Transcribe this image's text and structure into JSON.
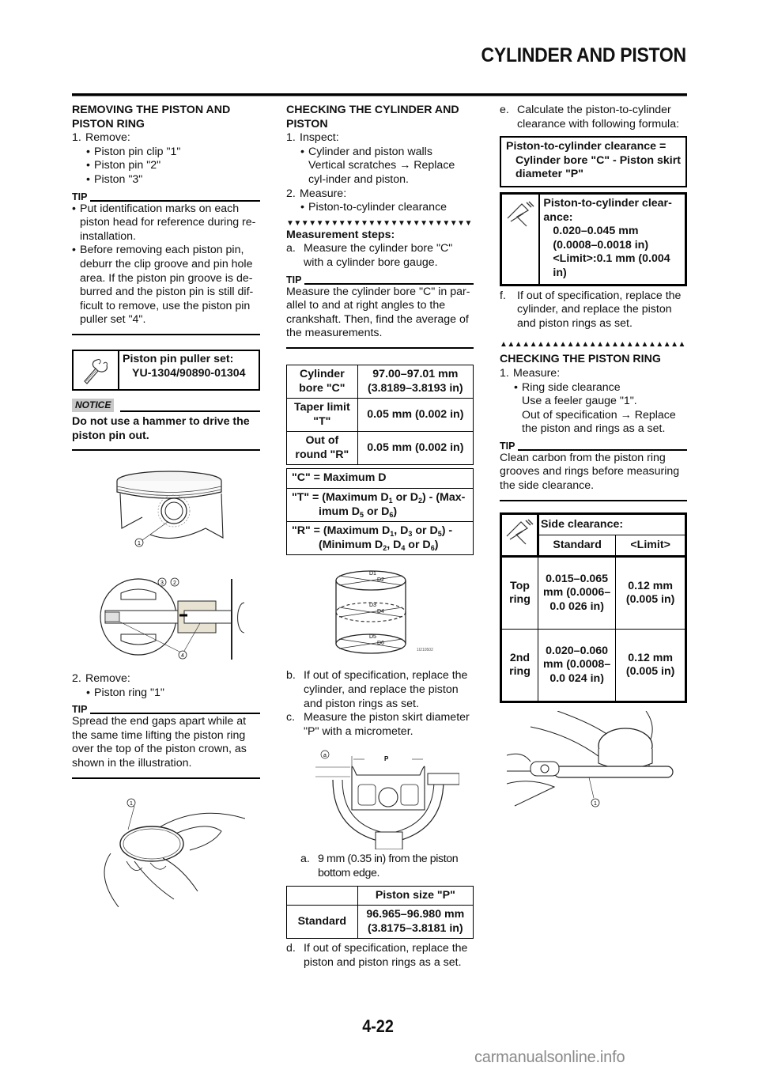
{
  "header": {
    "title": "CYLINDER AND PISTON"
  },
  "col1": {
    "heading_line1": "REMOVING THE PISTON AND",
    "heading_line2": "PISTON RING",
    "step1": {
      "num": "1.",
      "label": "Remove:",
      "items": [
        "Piston pin clip \"1\"",
        "Piston pin \"2\"",
        "Piston \"3\""
      ]
    },
    "tip1": {
      "label": "TIP",
      "bullets": [
        "Put identification marks on each piston head for reference during re-installation.",
        "Before removing each piston pin, deburr the clip groove and pin hole area. If the piston pin groove is de-burred and the piston pin is still dif-ficult to remove, use the piston pin puller set \"4\"."
      ]
    },
    "tool": {
      "name": "Piston pin puller set:",
      "part_no": "YU-1304/90890-01304"
    },
    "notice": {
      "label": "NOTICE",
      "text": "Do not use a hammer to drive the piston pin out."
    },
    "fig1": {
      "callouts": [
        "1"
      ]
    },
    "fig2": {
      "callouts": [
        "3",
        "2",
        "4"
      ]
    },
    "step2": {
      "num": "2.",
      "label": "Remove:",
      "items": [
        "Piston ring \"1\""
      ]
    },
    "tip2": {
      "label": "TIP",
      "text": "Spread the end gaps apart while at the same time lifting the piston ring over the top of the piston crown, as shown in the illustration."
    },
    "fig3": {
      "callouts": [
        "1"
      ]
    }
  },
  "col2": {
    "heading_line1": "CHECKING THE CYLINDER AND",
    "heading_line2": "PISTON",
    "step1": {
      "num": "1.",
      "label": "Inspect:",
      "item": "Cylinder and piston walls",
      "detail": "Vertical scratches → Replace cyl-inder and piston."
    },
    "step2": {
      "num": "2.",
      "label": "Measure:",
      "item": "Piston-to-cylinder clearance"
    },
    "triangles_down": "▼▼▼▼▼▼▼▼▼▼▼▼▼▼▼▼▼▼▼▼▼▼▼▼▼▼▼▼",
    "steps_heading": "Measurement steps:",
    "step_a": {
      "num": "a.",
      "text": "Measure the cylinder bore \"C\" with a cylinder bore gauge."
    },
    "tip": {
      "label": "TIP",
      "text": "Measure the cylinder bore \"C\" in par-allel to and at right angles to the crankshaft. Then, find the average of the measurements."
    },
    "spec_table": [
      {
        "label": "Cylinder bore \"C\"",
        "value": "97.00–97.01 mm (3.8189–3.8193 in)"
      },
      {
        "label": "Taper limit \"T\"",
        "value": "0.05 mm (0.002 in)"
      },
      {
        "label": "Out of round \"R\"",
        "value": "0.05 mm (0.002 in)"
      }
    ],
    "formulas": {
      "c": "\"C\" = Maximum D",
      "t_prefix": "\"T\" = (Maximum D",
      "r_prefix": "\"R\" = (Maximum D"
    },
    "fig_cyl": {
      "labels": [
        "D1",
        "D2",
        "D3",
        "D4",
        "D5",
        "D6"
      ],
      "code": "1I210502"
    },
    "step_b": {
      "num": "b.",
      "text": "If out of specification, replace the cylinder, and replace the piston and piston rings as set."
    },
    "step_c": {
      "num": "c.",
      "text": " Measure the piston skirt diameter \"P\" with a micrometer."
    },
    "fig_mic": {
      "label_p": "P",
      "label_a": "a"
    },
    "caption_a": {
      "num": "a.",
      "text": "9 mm (0.35 in) from the piston bottom edge."
    },
    "piston_table": {
      "header": "Piston size \"P\"",
      "row_label": "Standard",
      "row_value_mm": "96.965–96.980 mm",
      "row_value_in": "(3.8175–3.8181 in)"
    },
    "step_d": {
      "num": "d.",
      "text": "If out of specification, replace the piston and piston rings as a set."
    }
  },
  "col3": {
    "step_e": {
      "num": "e.",
      "text": "Calculate the piston-to-cylinder clearance with following formula:"
    },
    "formula_line1": "Piston-to-cylinder clearance =",
    "formula_line2": "Cylinder bore \"C\" - Piston skirt diameter \"P\"",
    "clearance": {
      "title": "Piston-to-cylinder clear-ance:",
      "std_mm": "0.020–0.045 mm",
      "std_in": "(0.0008–0.0018 in)",
      "limit": "<Limit>:0.1 mm (0.004 in)"
    },
    "step_f": {
      "num": "f.",
      "text": "If out of specification, replace the cylinder, and replace the piston and piston rings as set."
    },
    "triangles_up": "▲▲▲▲▲▲▲▲▲▲▲▲▲▲▲▲▲▲▲▲▲▲▲▲▲▲▲▲",
    "heading": "CHECKING THE PISTON RING",
    "step1": {
      "num": "1.",
      "label": "Measure:",
      "item": "Ring side clearance",
      "detail1": "Use a feeler gauge \"1\".",
      "detail2": "Out of specification → Replace the piston and rings as a set."
    },
    "tip": {
      "label": "TIP",
      "text": "Clean carbon from the piston ring grooves and rings before measuring the side clearance."
    },
    "side_table": {
      "title": "Side clearance:",
      "col_standard": "Standard",
      "col_limit": "<Limit>",
      "rows": [
        {
          "label": "Top ring",
          "standard": "0.015–0.065 mm (0.0006–0.0 026 in)",
          "limit": "0.12 mm (0.005 in)"
        },
        {
          "label": "2nd ring",
          "standard": "0.020–0.060 mm (0.0008–0.0 024 in)",
          "limit": "0.12 mm (0.005 in)"
        }
      ]
    },
    "fig_feeler": {
      "callouts": [
        "1"
      ]
    }
  },
  "footer": {
    "page_number": "4-22",
    "watermark": "carmanualsonline.info"
  }
}
